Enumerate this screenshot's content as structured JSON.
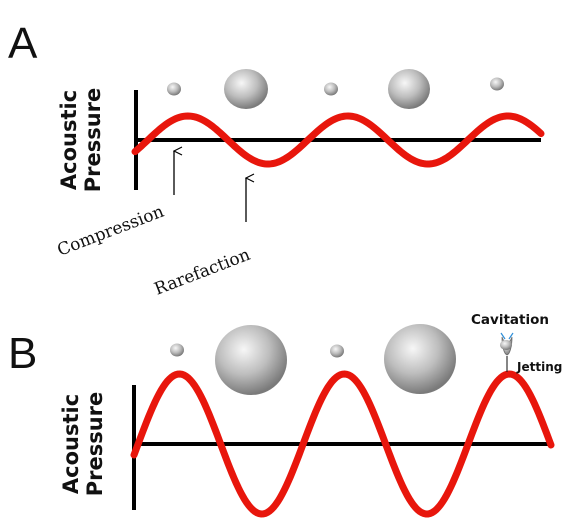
{
  "panel_a": {
    "letter": "A",
    "y_axis_label_line1": "Acoustic",
    "y_axis_label_line2": "Pressure",
    "annotation_compression": "Compression",
    "annotation_rarefaction": "Rarefaction",
    "bubbles": [
      "small",
      "large",
      "small",
      "large",
      "small"
    ]
  },
  "panel_b": {
    "letter": "B",
    "y_axis_label_line1": "Acoustic",
    "y_axis_label_line2": "Pressure",
    "annotation_cavitation": "Cavitation",
    "annotation_jetting": "Jetting",
    "bubbles": [
      "small",
      "large",
      "small",
      "large",
      "collapsing"
    ]
  },
  "colors": {
    "wave": "#e8160c",
    "axis": "#000000",
    "bubble_light": "#f5f5f5",
    "bubble_dark": "#7a7a7a",
    "jet": "#2f8fd8"
  }
}
